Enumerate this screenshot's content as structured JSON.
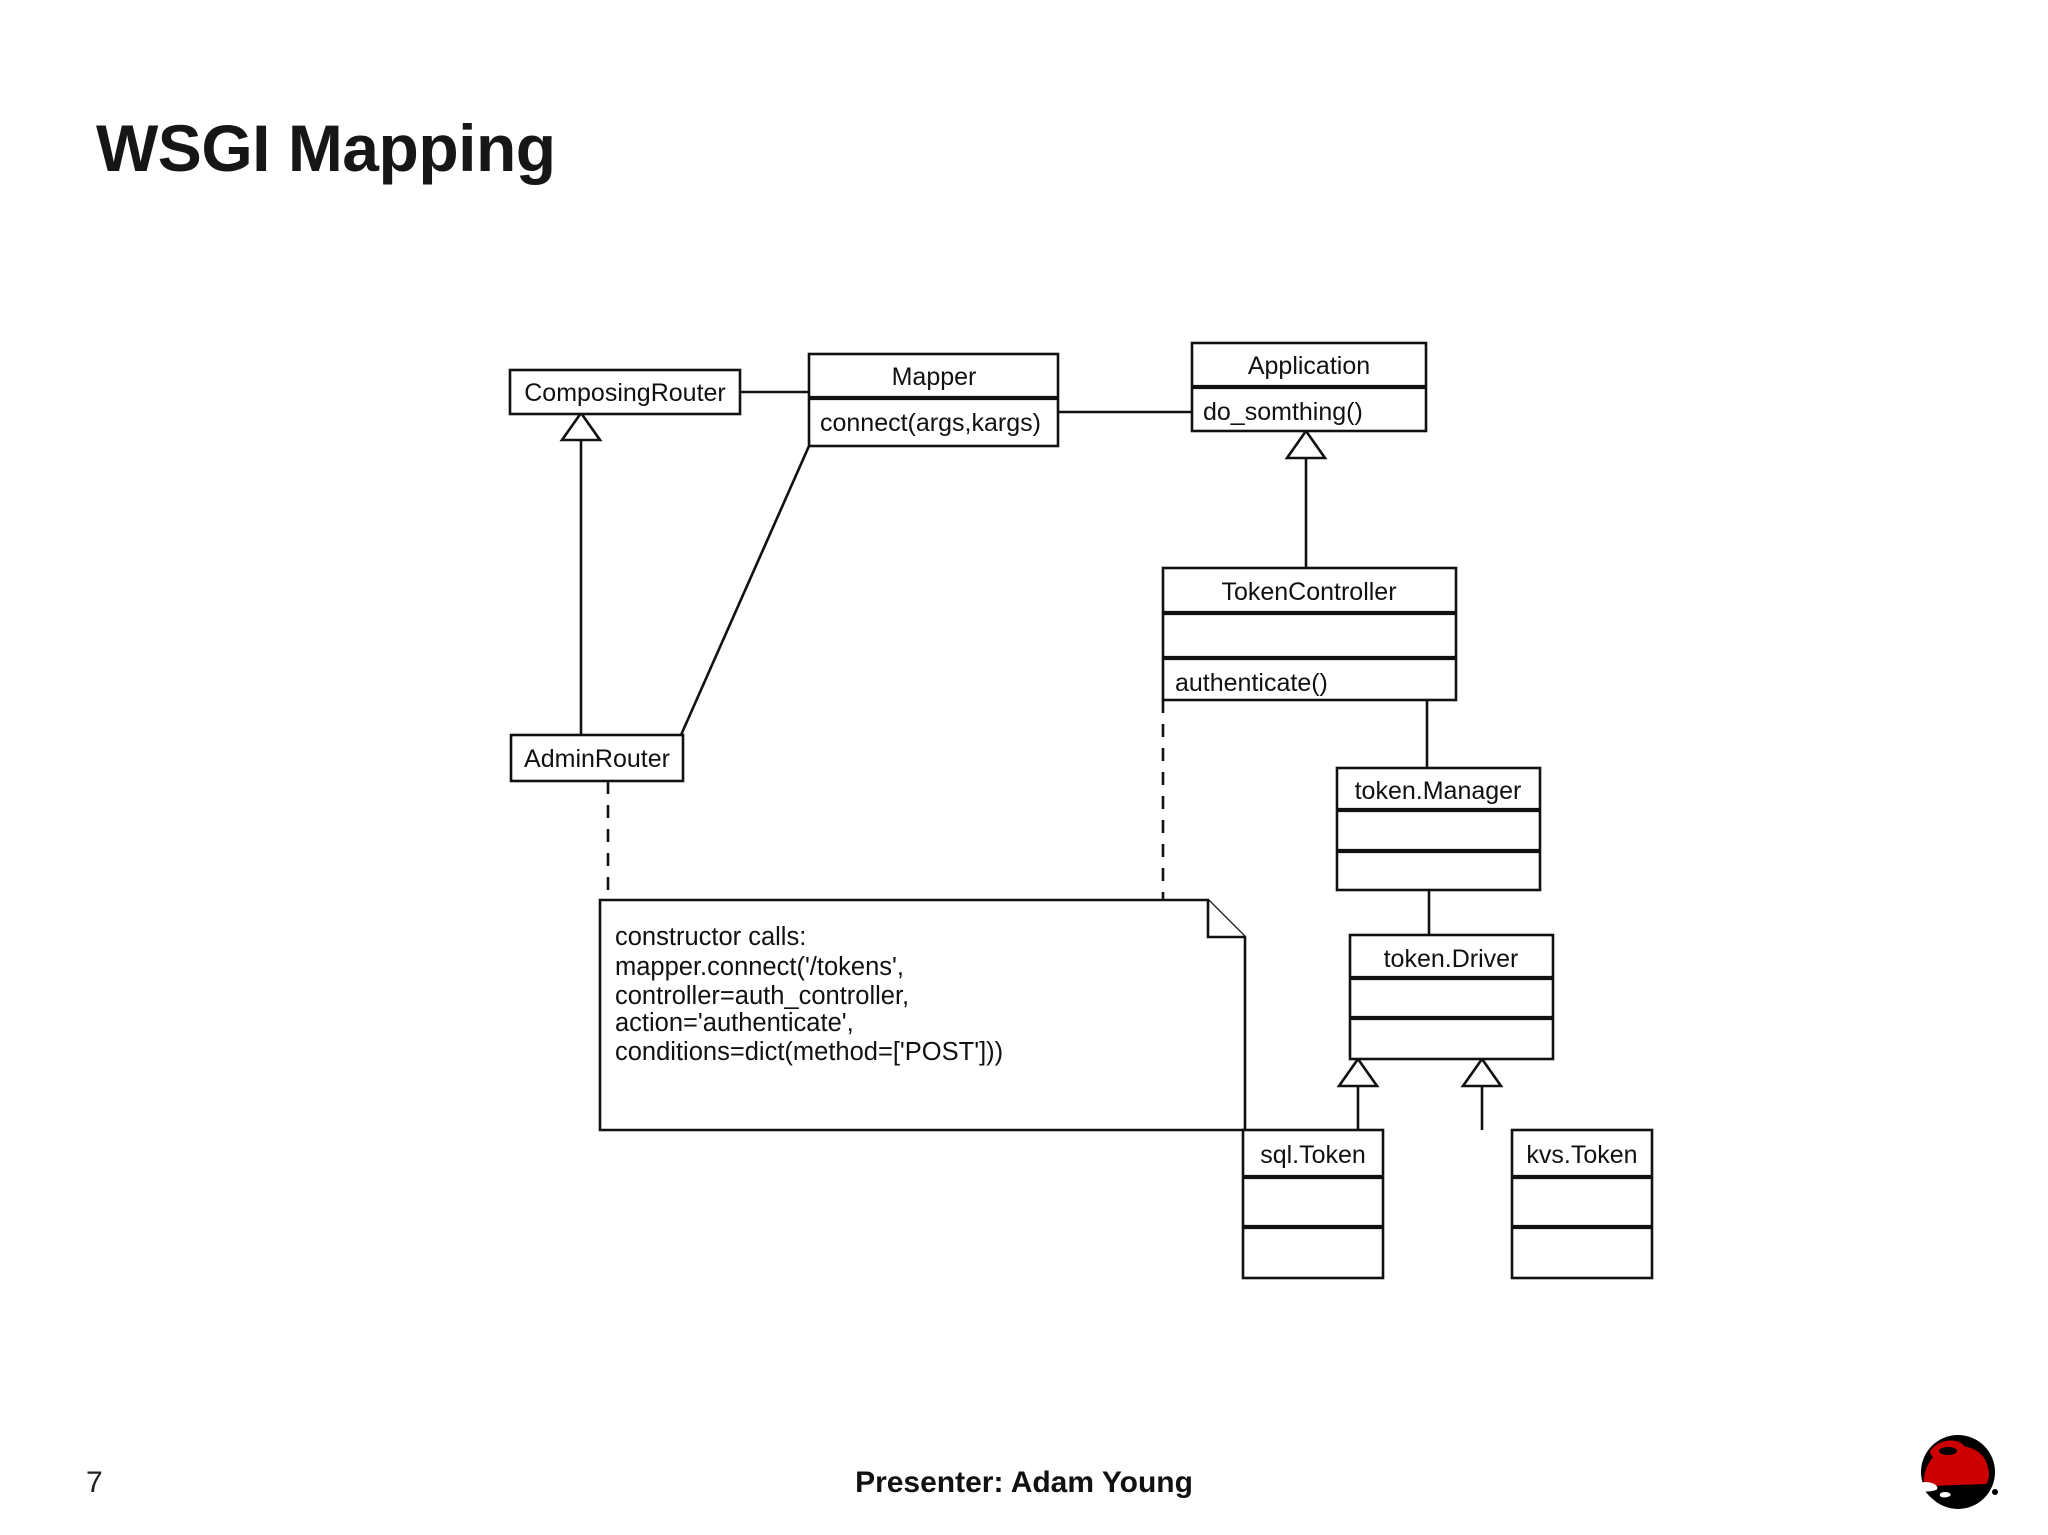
{
  "slide": {
    "title": "WSGI Mapping",
    "page_number": "7",
    "presenter": "Presenter: Adam Young",
    "logo": "redhat-shadowman-logo",
    "background_color": "#ffffff",
    "line_color": "#111111"
  },
  "diagram": {
    "type": "uml-class-diagram",
    "classes": [
      {
        "id": "composing-router",
        "name": "ComposingRouter",
        "compartments": []
      },
      {
        "id": "mapper",
        "name": "Mapper",
        "compartments": [
          "connect(args,kargs)"
        ]
      },
      {
        "id": "application",
        "name": "Application",
        "compartments": [
          "do_somthing()"
        ]
      },
      {
        "id": "token-controller",
        "name": "TokenController",
        "compartments": [
          "",
          "authenticate()"
        ]
      },
      {
        "id": "admin-router",
        "name": "AdminRouter",
        "compartments": []
      },
      {
        "id": "token-manager",
        "name": "token.Manager",
        "compartments": [
          "",
          ""
        ]
      },
      {
        "id": "token-driver",
        "name": "token.Driver",
        "compartments": [
          "",
          ""
        ]
      },
      {
        "id": "sql-token",
        "name": "sql.Token",
        "compartments": [
          "",
          ""
        ]
      },
      {
        "id": "kvs-token",
        "name": "kvs.Token",
        "compartments": [
          "",
          ""
        ]
      }
    ],
    "relations": [
      {
        "from": "admin-router",
        "to": "composing-router",
        "kind": "generalization"
      },
      {
        "from": "token-controller",
        "to": "application",
        "kind": "generalization"
      },
      {
        "from": "sql-token",
        "to": "token-driver",
        "kind": "generalization"
      },
      {
        "from": "kvs-token",
        "to": "token-driver",
        "kind": "generalization"
      },
      {
        "from": "composing-router",
        "to": "mapper",
        "kind": "association"
      },
      {
        "from": "mapper",
        "to": "application",
        "kind": "association"
      },
      {
        "from": "mapper",
        "to": "admin-router",
        "kind": "association"
      },
      {
        "from": "token-controller",
        "to": "token-manager",
        "kind": "association"
      },
      {
        "from": "token-manager",
        "to": "token-driver",
        "kind": "association"
      },
      {
        "from": "admin-router",
        "to": "constructor-note",
        "kind": "note-anchor"
      },
      {
        "from": "token-controller",
        "to": "constructor-note",
        "kind": "note-anchor"
      }
    ],
    "note": {
      "id": "constructor-note",
      "lines": [
        "constructor calls:",
        "mapper.connect('/tokens',",
        "controller=auth_controller,",
        "action='authenticate',",
        "conditions=dict(method=['POST']))"
      ]
    }
  }
}
